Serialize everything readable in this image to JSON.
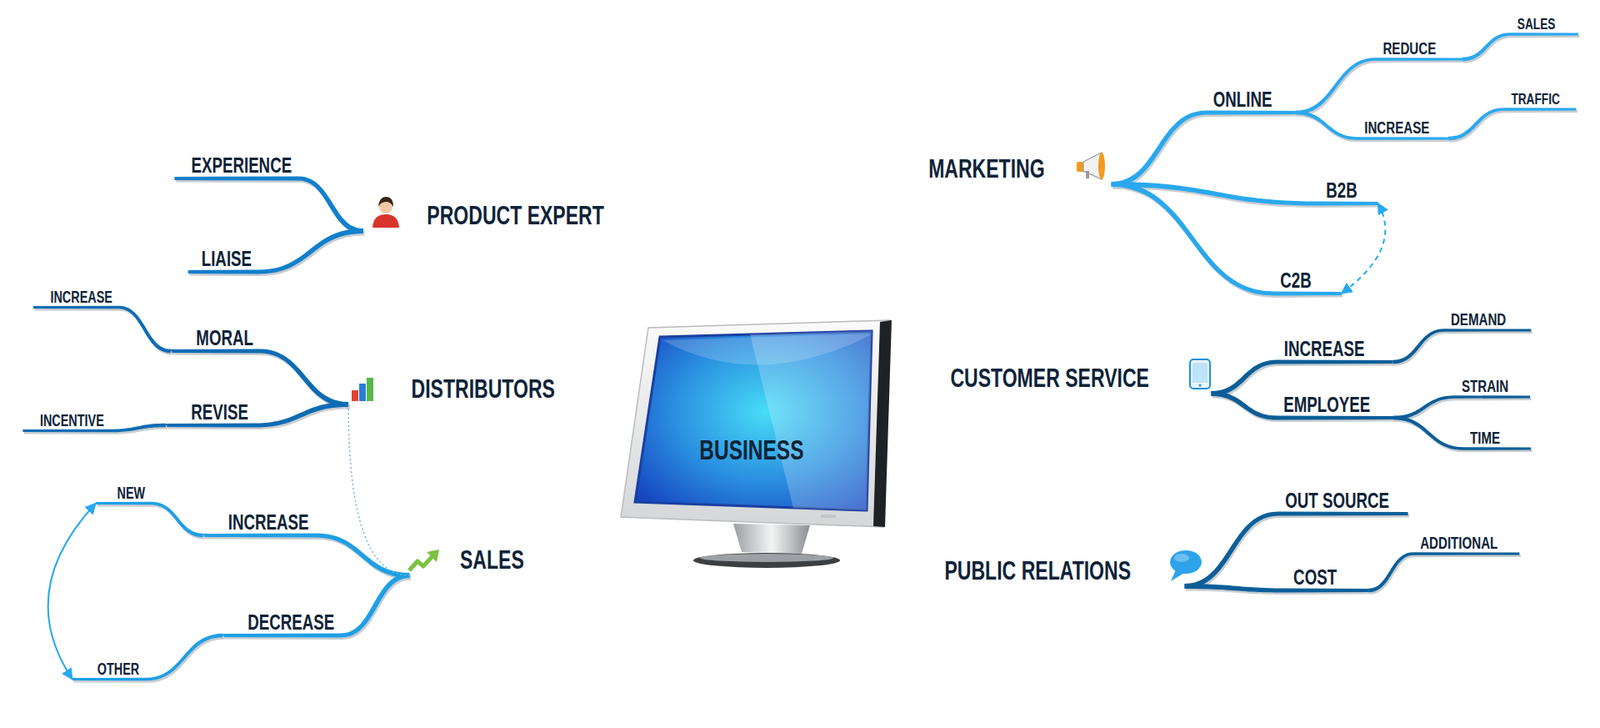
{
  "diagram": {
    "nodes": [
      {
        "text": [
          "BUSINESS"
        ]
      },
      {
        "text": [
          "PRODUCT EXPERT"
        ]
      },
      {
        "text": [
          "EXPERIENCE"
        ]
      },
      {
        "text": [
          "LIAISE"
        ]
      },
      {
        "text": [
          "DISTRIBUTORS"
        ]
      },
      {
        "text": [
          "MORAL"
        ]
      },
      {
        "text": [
          "INCREASE"
        ]
      },
      {
        "text": [
          "REVISE"
        ]
      },
      {
        "text": [
          "INCENTIVE"
        ]
      },
      {
        "text": [
          "SALES"
        ]
      },
      {
        "text": [
          "INCREASE"
        ]
      },
      {
        "text": [
          "NEW"
        ]
      },
      {
        "text": [
          "DECREASE"
        ]
      },
      {
        "text": [
          "OTHER"
        ]
      },
      {
        "text": [
          "MARKETING"
        ]
      },
      {
        "text": [
          "ONLINE"
        ]
      },
      {
        "text": [
          "REDUCE"
        ]
      },
      {
        "text": [
          "SALES"
        ]
      },
      {
        "text": [
          "INCREASE"
        ]
      },
      {
        "text": [
          "TRAFFIC"
        ]
      },
      {
        "text": [
          "B2B"
        ]
      },
      {
        "text": [
          "C2B"
        ]
      },
      {
        "text": [
          "CUSTOMER SERVICE"
        ]
      },
      {
        "text": [
          "INCREASE"
        ]
      },
      {
        "text": [
          "DEMAND"
        ]
      },
      {
        "text": [
          "EMPLOYEE"
        ]
      },
      {
        "text": [
          "STRAIN"
        ]
      },
      {
        "text": [
          "TIME"
        ]
      },
      {
        "text": [
          "PUBLIC RELATIONS"
        ]
      },
      {
        "text": [
          "OUT SOURCE"
        ]
      },
      {
        "text": [
          "COST"
        ]
      },
      {
        "text": [
          "ADDITIONAL"
        ]
      }
    ],
    "edges": [
      {
        "from": 0,
        "to": 1,
        "arrow": "none"
      },
      {
        "from": 1,
        "to": 2,
        "arrow": "none"
      },
      {
        "from": 1,
        "to": 3,
        "arrow": "none"
      },
      {
        "from": 0,
        "to": 4,
        "arrow": "none"
      },
      {
        "from": 4,
        "to": 5,
        "arrow": "none"
      },
      {
        "from": 5,
        "to": 6,
        "arrow": "none"
      },
      {
        "from": 4,
        "to": 7,
        "arrow": "none"
      },
      {
        "from": 7,
        "to": 8,
        "arrow": "none"
      },
      {
        "from": 0,
        "to": 9,
        "arrow": "none"
      },
      {
        "from": 9,
        "to": 10,
        "arrow": "none"
      },
      {
        "from": 10,
        "to": 11,
        "arrow": "none"
      },
      {
        "from": 9,
        "to": 12,
        "arrow": "none"
      },
      {
        "from": 12,
        "to": 13,
        "arrow": "none"
      },
      {
        "from": 0,
        "to": 14,
        "arrow": "none"
      },
      {
        "from": 14,
        "to": 15,
        "arrow": "none"
      },
      {
        "from": 15,
        "to": 16,
        "arrow": "none"
      },
      {
        "from": 16,
        "to": 17,
        "arrow": "none"
      },
      {
        "from": 15,
        "to": 18,
        "arrow": "none"
      },
      {
        "from": 18,
        "to": 19,
        "arrow": "none"
      },
      {
        "from": 14,
        "to": 20,
        "arrow": "none"
      },
      {
        "from": 14,
        "to": 21,
        "arrow": "none"
      },
      {
        "from": 0,
        "to": 22,
        "arrow": "none"
      },
      {
        "from": 22,
        "to": 23,
        "arrow": "none"
      },
      {
        "from": 23,
        "to": 24,
        "arrow": "none"
      },
      {
        "from": 22,
        "to": 25,
        "arrow": "none"
      },
      {
        "from": 25,
        "to": 26,
        "arrow": "none"
      },
      {
        "from": 25,
        "to": 27,
        "arrow": "none"
      },
      {
        "from": 0,
        "to": 28,
        "arrow": "none"
      },
      {
        "from": 28,
        "to": 29,
        "arrow": "none"
      },
      {
        "from": 28,
        "to": 30,
        "arrow": "none"
      },
      {
        "from": 30,
        "to": 31,
        "arrow": "none"
      },
      {
        "from": 20,
        "to": 21,
        "arrow": "both"
      },
      {
        "from": 11,
        "to": 13,
        "arrow": "both"
      },
      {
        "from": 4,
        "to": 9,
        "arrow": "none"
      }
    ]
  }
}
